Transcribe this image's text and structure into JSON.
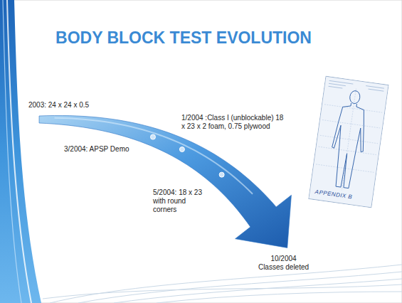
{
  "diagram": {
    "title": "BODY BLOCK TEST EVOLUTION",
    "labels": [
      "2003: 24 x 24 x 0.5",
      "1/2004 :Class I (unblockable) 18 x 23 x 2 foam, 0.75 plywood",
      "3/2004: APSP Demo",
      "5/2004: 18 x 23 with round corners",
      "10/2004 Classes deleted",
      "APPENDIX B"
    ]
  }
}
